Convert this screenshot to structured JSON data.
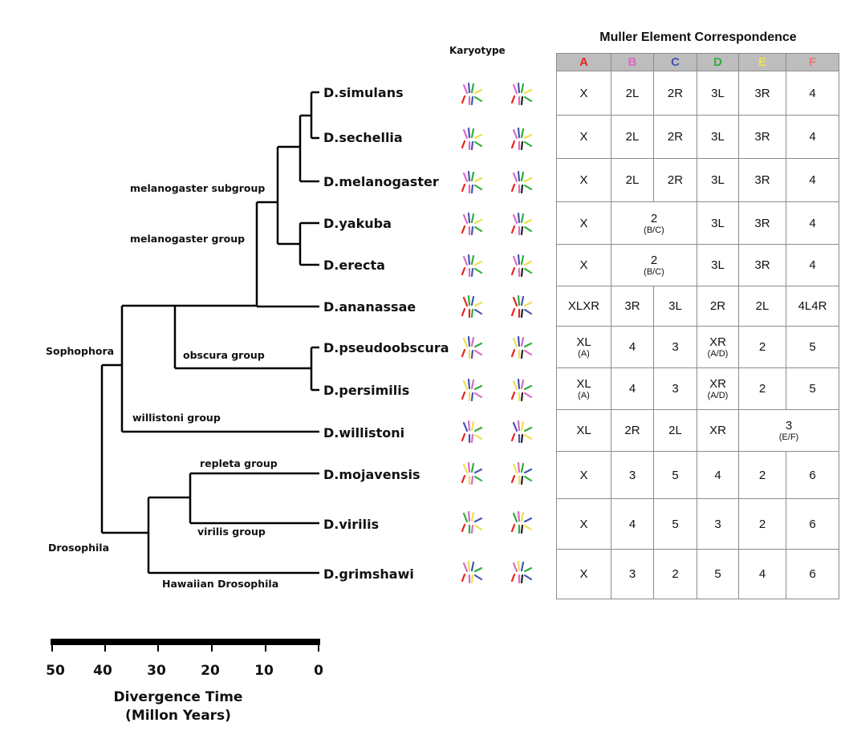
{
  "tree": {
    "species": [
      "D.simulans",
      "D.sechellia",
      "D.melanogaster",
      "D.yakuba",
      "D.erecta",
      "D.ananassae",
      "D.pseudoobscura",
      "D.persimilis",
      "D.willistoni",
      "D.mojavensis",
      "D.virilis",
      "D.grimshawi"
    ],
    "clade_labels": {
      "melanogaster_subgroup": "melanogaster subgroup",
      "melanogaster_group": "melanogaster group",
      "obscura_group": "obscura group",
      "sophophora": "Sophophora",
      "willistoni_group": "willistoni group",
      "repleta_group": "repleta group",
      "virilis_group": "virilis group",
      "drosophila": "Drosophila",
      "hawaiian_drosophila": "Hawaiian Drosophila"
    }
  },
  "axis": {
    "ticks": [
      "50",
      "40",
      "30",
      "20",
      "10",
      "0"
    ],
    "title_line1": "Divergence Time",
    "title_line2": "(Millon Years)"
  },
  "karyotype_label": "Karyotype",
  "muller_table": {
    "title": "Muller Element Correspondence",
    "headers": [
      "A",
      "B",
      "C",
      "D",
      "E",
      "F"
    ],
    "header_colors": [
      "#e8231e",
      "#d96ac4",
      "#4455b0",
      "#2fae3a",
      "#efe04b",
      "#ee7a6c"
    ],
    "rows": [
      [
        "X",
        "2L",
        "2R",
        "3L",
        "3R",
        "4"
      ],
      [
        "X",
        "2L",
        "2R",
        "3L",
        "3R",
        "4"
      ],
      [
        "X",
        "2L",
        "2R",
        "3L",
        "3R",
        "4"
      ],
      [
        "X",
        "2",
        "(B/C)",
        "3L",
        "3R",
        "4"
      ],
      [
        "X",
        "2",
        "(B/C)",
        "3L",
        "3R",
        "4"
      ],
      [
        "XLXR",
        "3R",
        "3L",
        "2R",
        "2L",
        "4L4R"
      ],
      [
        "XL",
        "(A)",
        "4",
        "3",
        "XR",
        "(A/D)",
        "2",
        "5"
      ],
      [
        "XL",
        "(A)",
        "4",
        "3",
        "XR",
        "(A/D)",
        "2",
        "5"
      ],
      [
        "XL",
        "2R",
        "2L",
        "XR",
        "3",
        "(E/F)"
      ],
      [
        "X",
        "3",
        "5",
        "4",
        "2",
        "6"
      ],
      [
        "X",
        "4",
        "5",
        "3",
        "2",
        "6"
      ],
      [
        "X",
        "3",
        "2",
        "5",
        "4",
        "6"
      ]
    ]
  },
  "karyotype_colors": {
    "A": "#e8231e",
    "B": "#d96ac4",
    "C": "#4455b0",
    "D": "#2fae3a",
    "E": "#efe04b",
    "F": "#222222"
  }
}
